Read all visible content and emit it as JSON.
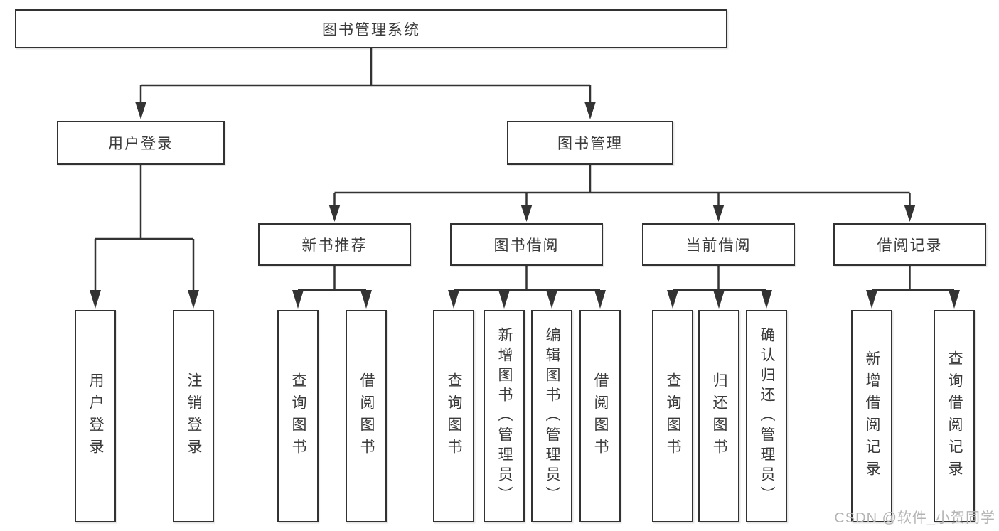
{
  "tree": {
    "root": {
      "label": "图书管理系统"
    },
    "branches": [
      {
        "label": "用户登录",
        "children": [
          {
            "label": "用户登录"
          },
          {
            "label": "注销登录"
          }
        ]
      },
      {
        "label": "图书管理",
        "children": [
          {
            "label": "新书推荐",
            "children": [
              {
                "label": "查询图书"
              },
              {
                "label": "借阅图书"
              }
            ]
          },
          {
            "label": "图书借阅",
            "children": [
              {
                "label": "查询图书"
              },
              {
                "label": "新增图书（管理员）"
              },
              {
                "label": "编辑图书（管理员）"
              },
              {
                "label": "借阅图书"
              }
            ]
          },
          {
            "label": "当前借阅",
            "children": [
              {
                "label": "查询图书"
              },
              {
                "label": "归还图书"
              },
              {
                "label": "确认归还（管理员）"
              }
            ]
          },
          {
            "label": "借阅记录",
            "children": [
              {
                "label": "新增借阅记录"
              },
              {
                "label": "查询借阅记录"
              }
            ]
          }
        ]
      }
    ]
  },
  "watermark": {
    "text": "CSDN @软件_小贺同学"
  },
  "colors": {
    "line": "#333333",
    "border": "#323232",
    "text": "#3a3a3a",
    "watermark": "#b4b4b4"
  }
}
